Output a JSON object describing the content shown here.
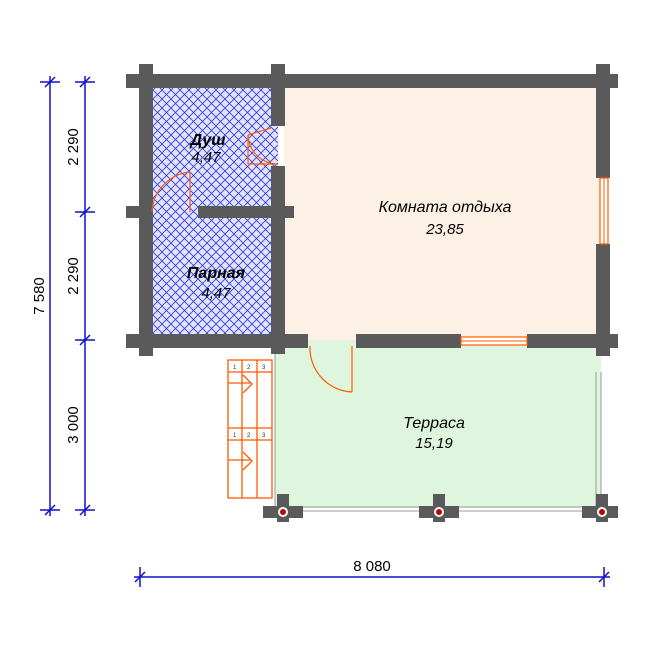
{
  "rooms": {
    "shower": {
      "name": "Душ",
      "area": "4,47"
    },
    "steam_room": {
      "name": "Парная",
      "area": "4,47"
    },
    "rest_room": {
      "name": "Комната отдыха",
      "area": "23,85"
    },
    "terrace": {
      "name": "Терраса",
      "area": "15,19"
    }
  },
  "dimensions": {
    "total_width": "8 080",
    "total_depth": "7 580",
    "segment_top": "2 290",
    "segment_middle": "2 290",
    "segment_bottom": "3 000"
  },
  "stairs": {
    "step_numbers": [
      "1",
      "2",
      "3"
    ]
  },
  "colors": {
    "wall": "#5a5a5a",
    "rest_room_fill": "#fdf0e4",
    "terrace_fill": "#def5de",
    "wet_room_fill": "#e2e4ff",
    "wet_room_hatch": "#3038d8",
    "dimension_line": "#1010c8",
    "door_orange": "#ff5a00",
    "post_red": "#c00000"
  }
}
